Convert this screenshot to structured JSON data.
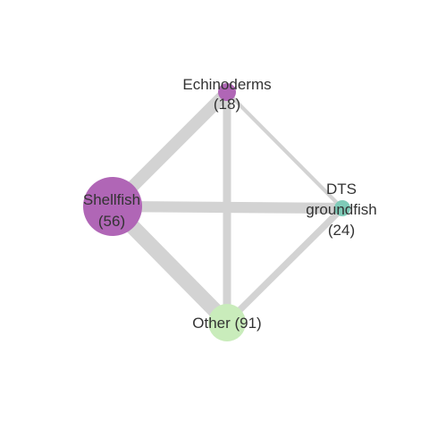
{
  "diagram": {
    "type": "network",
    "edge_color": "#d3d3d3",
    "nodes": [
      {
        "id": "echinoderms",
        "label_lines": [
          "Echinoderms",
          "(18)"
        ],
        "count": 18,
        "color": "#b066b6"
      },
      {
        "id": "shellfish",
        "label_lines": [
          "Shellfish",
          "(56)"
        ],
        "count": 56,
        "color": "#b066b6"
      },
      {
        "id": "dts",
        "label_lines": [
          "DTS",
          "groundfish",
          "(24)"
        ],
        "count": 24,
        "color": "#7fcbb8"
      },
      {
        "id": "other",
        "label_lines": [
          "Other (91)"
        ],
        "count": 91,
        "color": "#c9ecbb"
      }
    ],
    "edges": [
      {
        "source": "shellfish",
        "target": "other",
        "weight": 10
      },
      {
        "source": "shellfish",
        "target": "echinoderms",
        "weight": 8
      },
      {
        "source": "shellfish",
        "target": "dts",
        "weight": 7
      },
      {
        "source": "echinoderms",
        "target": "other",
        "weight": 5
      },
      {
        "source": "dts",
        "target": "other",
        "weight": 4
      },
      {
        "source": "echinoderms",
        "target": "dts",
        "weight": 2
      }
    ]
  }
}
